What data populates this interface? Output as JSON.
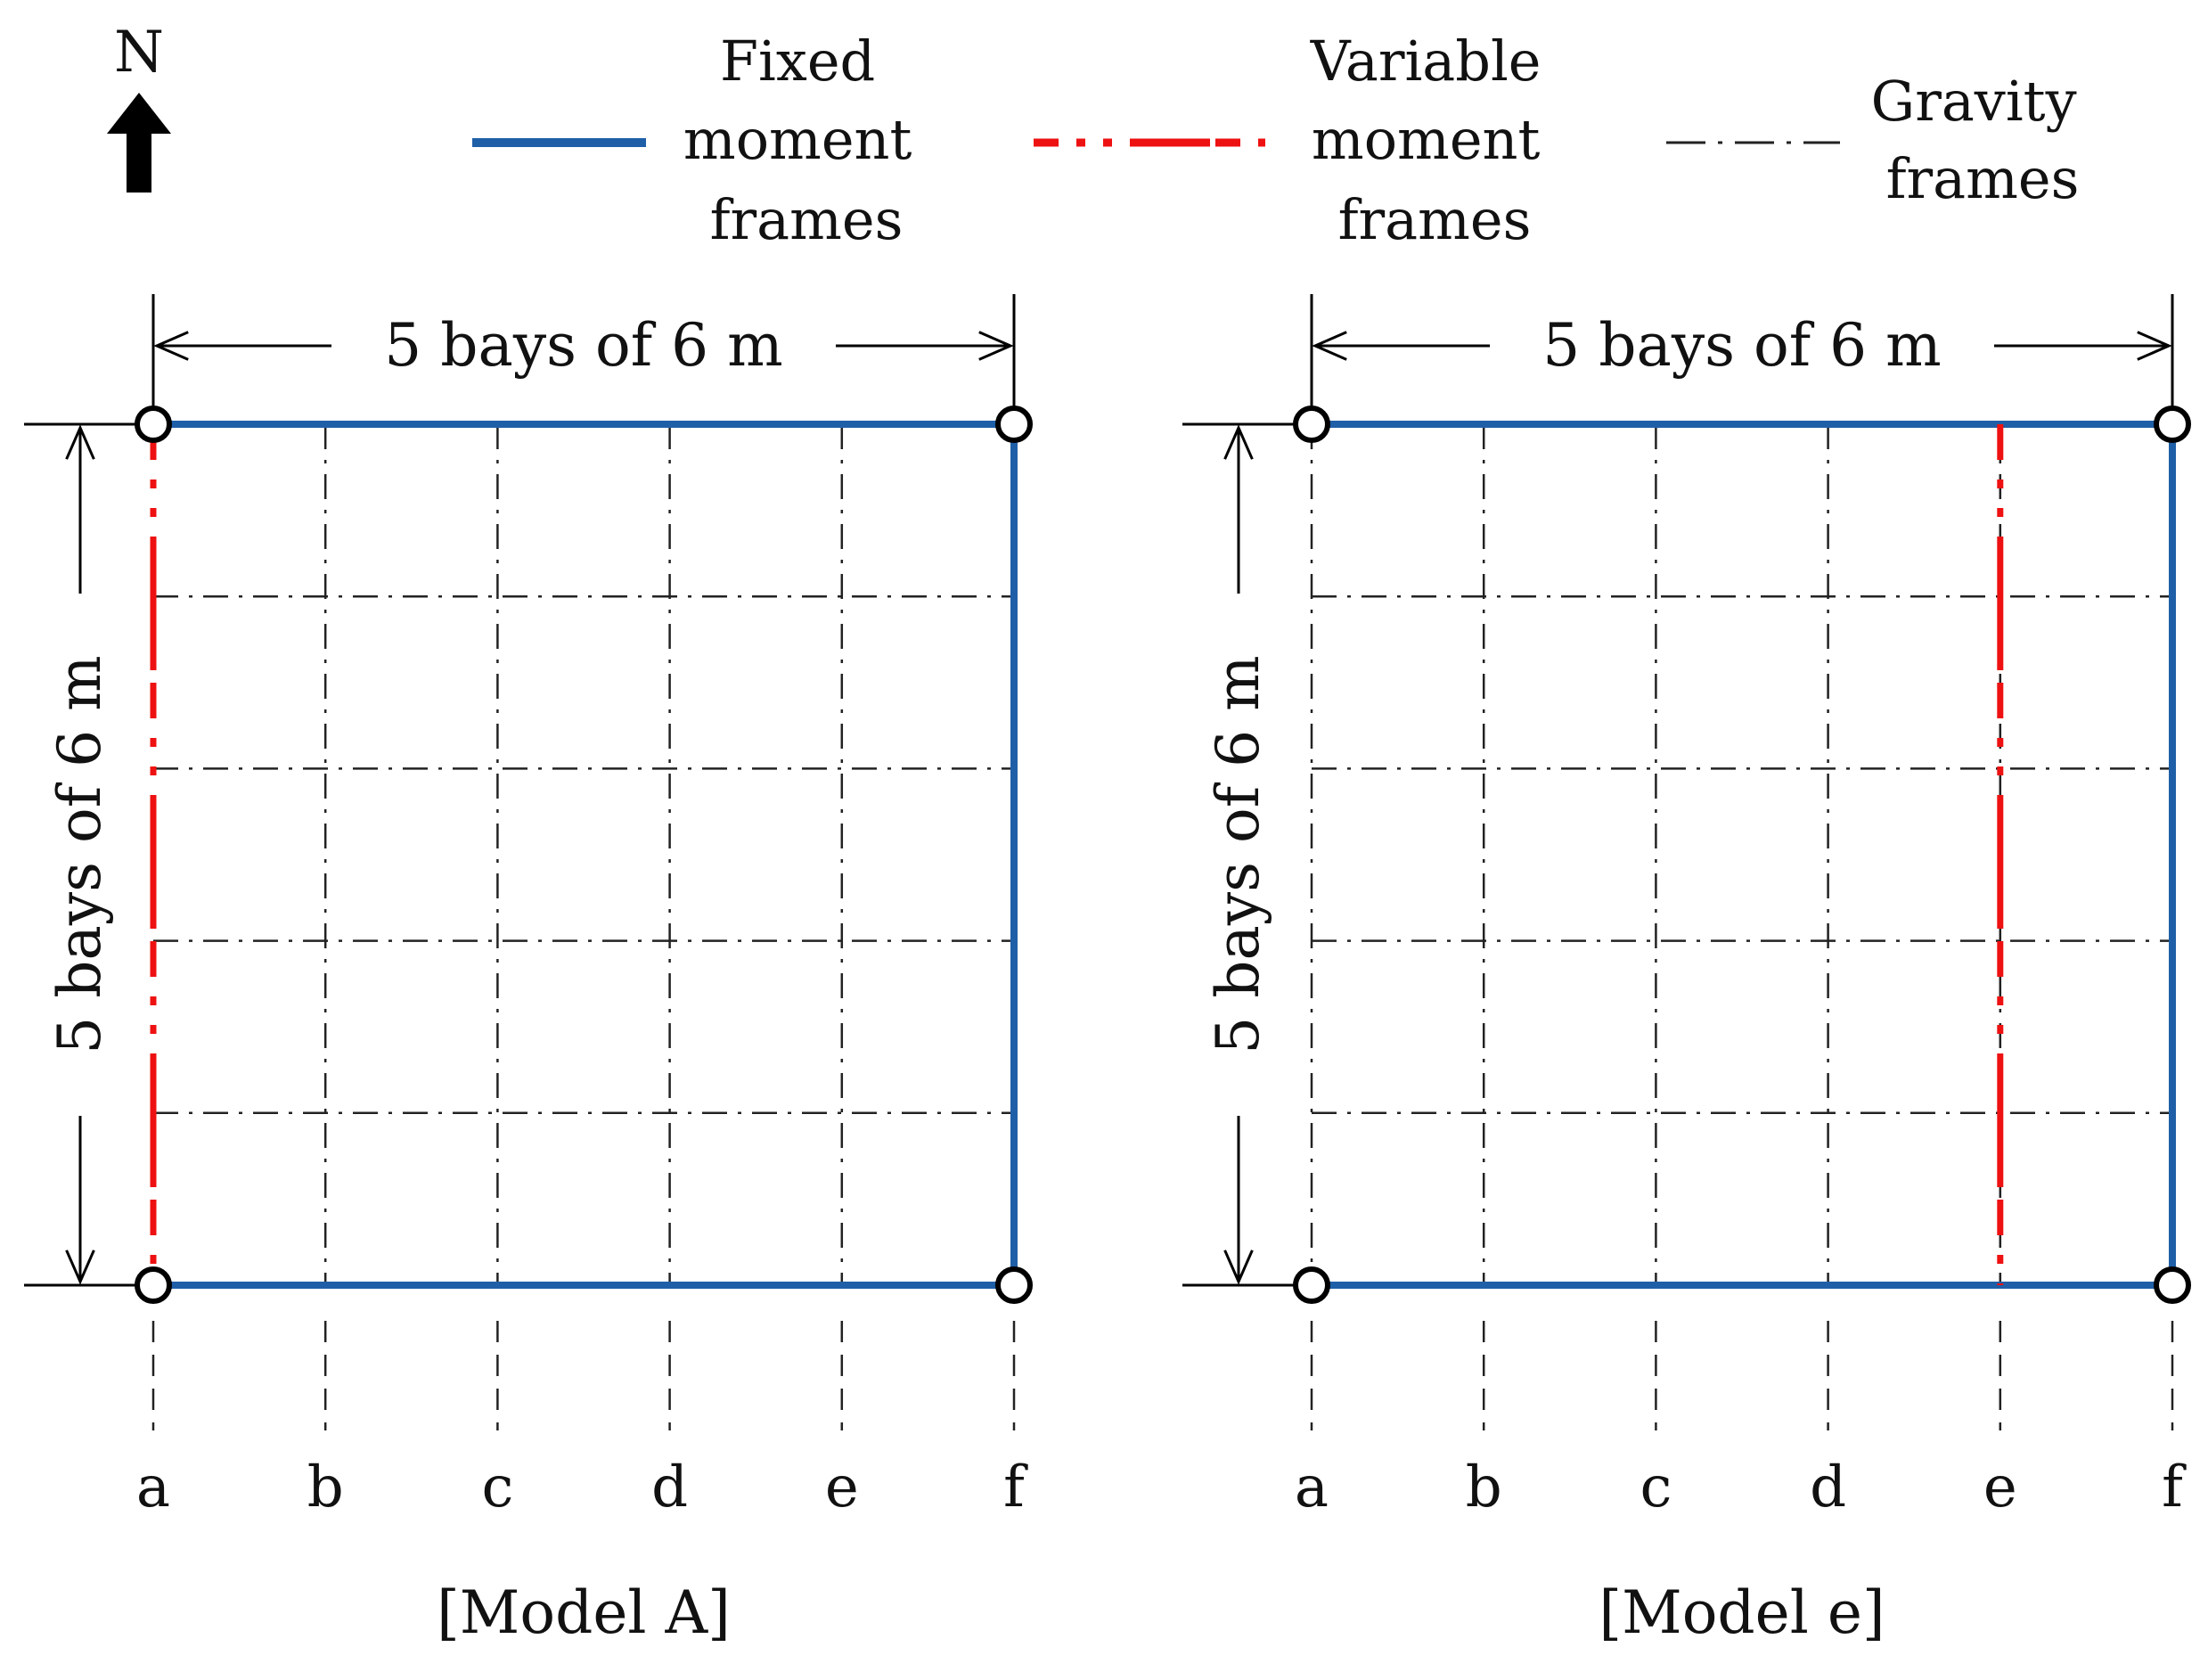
{
  "legend": {
    "north_label": "N",
    "fixed": {
      "lines": [
        "Fixed",
        "moment",
        "frames"
      ],
      "color": "#1f5fa8"
    },
    "variable": {
      "lines": [
        "Variable",
        "moment",
        "frames"
      ],
      "color": "#ee1111"
    },
    "gravity": {
      "lines": [
        "Gravity",
        "frames"
      ],
      "color": "#222222"
    }
  },
  "gridlines": [
    "a",
    "b",
    "c",
    "d",
    "e",
    "f"
  ],
  "models": [
    {
      "caption": "[Model  A]",
      "width_label": "5 bays of 6 m",
      "height_label": "5 bays of 6 m",
      "variable_line": "a"
    },
    {
      "caption": "[Model  e]",
      "width_label": "5 bays of 6 m",
      "height_label": "5 bays of 6 m",
      "variable_line": "e"
    }
  ]
}
